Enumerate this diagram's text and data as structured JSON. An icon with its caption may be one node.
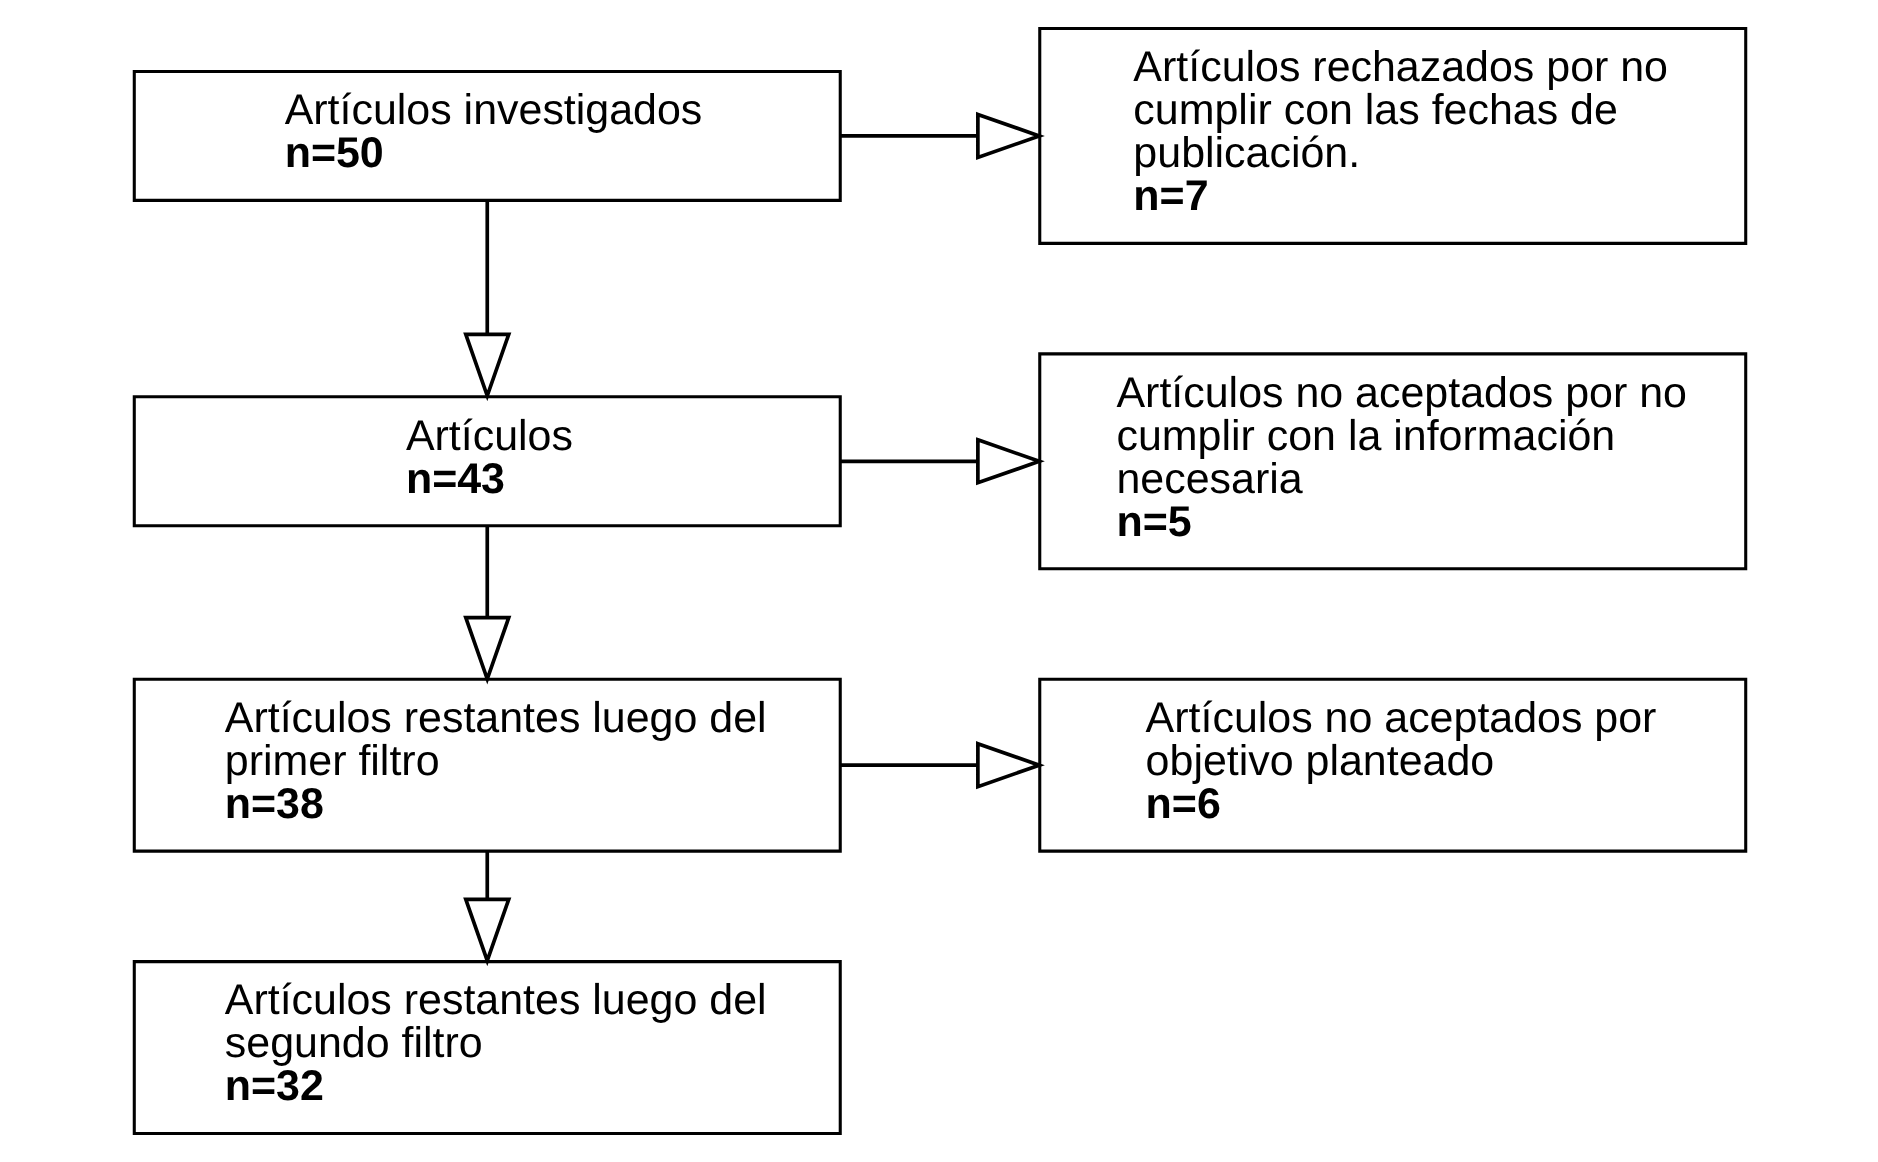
{
  "diagram": {
    "nodes": [
      {
        "text": [
          "Artículos investigados",
          "n=50"
        ]
      },
      {
        "text": [
          "Artículos rechazados por no cumplir con las fechas de publicación.",
          "n=7"
        ]
      },
      {
        "text": [
          "Artículos",
          "n=43"
        ]
      },
      {
        "text": [
          "Artículos no aceptados por no cumplir con la información necesaria",
          "n=5"
        ]
      },
      {
        "text": [
          "Artículos restantes luego del primer filtro",
          "n=38"
        ]
      },
      {
        "text": [
          "Artículos no aceptados por objetivo planteado",
          "n=6"
        ]
      },
      {
        "text": [
          "Artículos restantes luego del segundo filtro",
          "n=32"
        ]
      }
    ],
    "edges": [
      {
        "from": 0,
        "to": 1,
        "arrow": "to"
      },
      {
        "from": 0,
        "to": 2,
        "arrow": "to"
      },
      {
        "from": 2,
        "to": 3,
        "arrow": "to"
      },
      {
        "from": 2,
        "to": 4,
        "arrow": "to"
      },
      {
        "from": 4,
        "to": 5,
        "arrow": "to"
      },
      {
        "from": 4,
        "to": 6,
        "arrow": "to"
      }
    ]
  }
}
